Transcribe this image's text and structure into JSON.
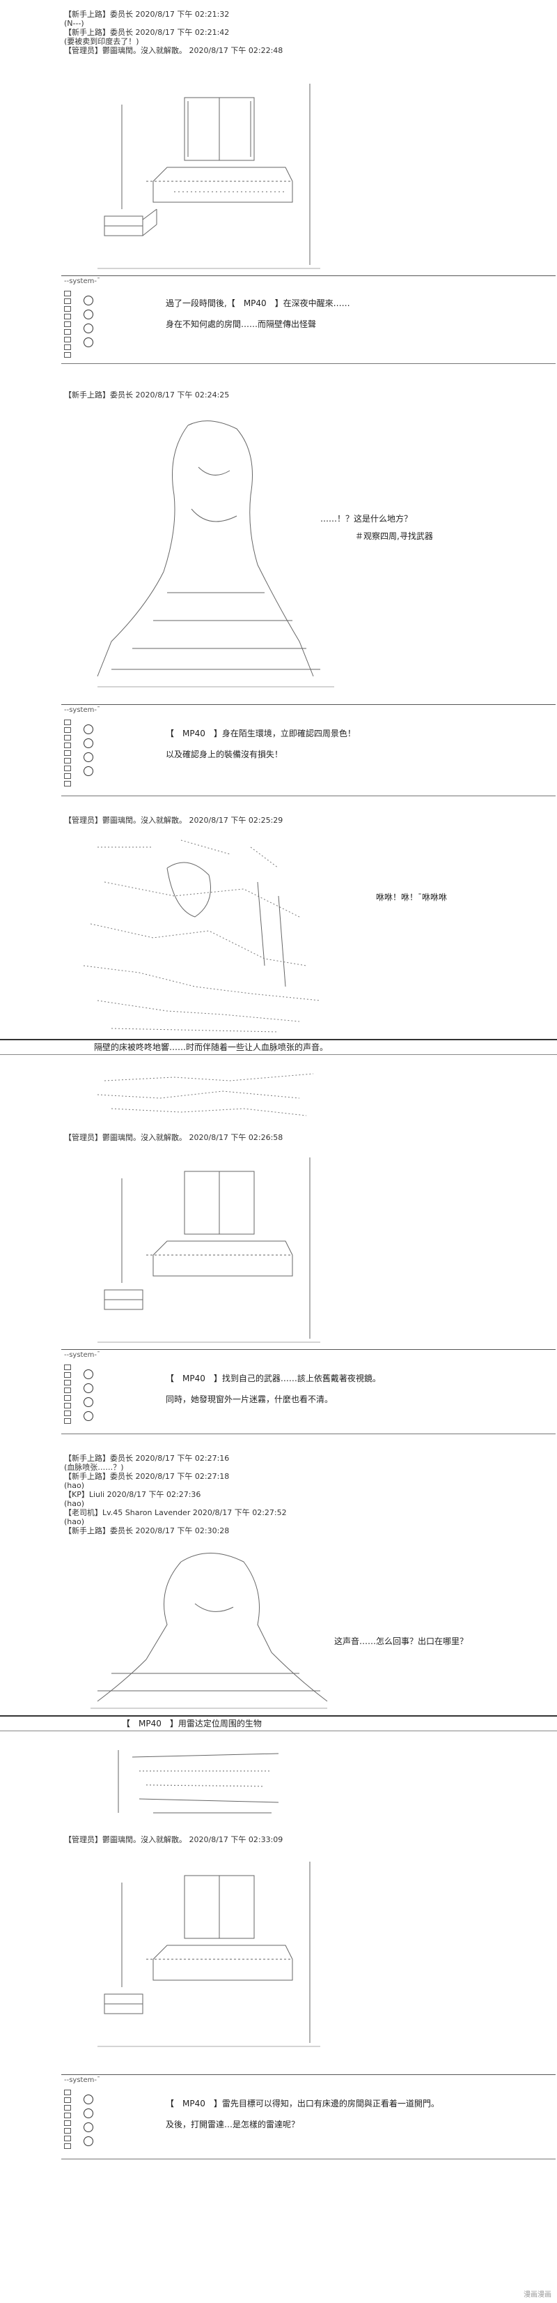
{
  "log1": [
    "【新手上路】委员长 2020/8/17 下午 02:21:32",
    "(N---)",
    "【新手上路】委员长 2020/8/17 下午 02:21:42",
    "(要被卖到印度去了！)",
    "【管理员】鬱圖璃閏。沒入就解散。 2020/8/17 下午 02:22:48"
  ],
  "sys1": {
    "title": "--system-¯",
    "lines": [
      "過了一段時間後,【　MP40　】在深夜中醒來……",
      "身在不知何處的房間……而隔壁傳出怪聲"
    ]
  },
  "log2": [
    "【新手上路】委员长 2020/8/17 下午 02:24:25"
  ],
  "caption1": "……！？这是什么地方？",
  "caption1b": "＃观察四周,寻找武器",
  "sys2": {
    "title": "--system-¯",
    "lines": [
      "【　MP40　】身在陌生環境，立即確認四周景色！",
      "以及確認身上的裝備沒有損失！"
    ]
  },
  "log3": [
    "【管理员】鬱圖璃閏。沒入就解散。 2020/8/17 下午 02:25:29"
  ],
  "caption2": "咻咻！咻！¯咻咻咻",
  "banner1": "隔壁的床被咚咚地響……时而伴随着一些让人血脉喷张的声音。",
  "log4": [
    "【管理员】鬱圖璃閏。沒入就解散。 2020/8/17 下午 02:26:58"
  ],
  "sys3": {
    "title": "--system-¯",
    "lines": [
      "【　MP40　】找到自己的武器……該上依舊戴著夜視鏡。",
      "同時，她發現窗外一片迷霧，什麼也看不清。"
    ]
  },
  "log5": [
    "【新手上路】委员长 2020/8/17 下午 02:27:16",
    "(血脉喷张……？)",
    "【新手上路】委员长 2020/8/17 下午 02:27:18",
    "(hao)",
    "【KP】Liuli 2020/8/17 下午 02:27:36",
    "(hao)",
    "【老司机】Lv.45 Sharon Lavender 2020/8/17 下午 02:27:52",
    "(hao)",
    "【新手上路】委员长 2020/8/17 下午 02:30:28"
  ],
  "caption3": "这声音……怎么回事？出口在哪里？",
  "banner2": "【　MP40　】用雷达定位周围的生物",
  "log6": [
    "【管理员】鬱圖璃閏。沒入就解散。 2020/8/17 下午 02:33:09"
  ],
  "sys4": {
    "title": "--system-¯",
    "lines": [
      "【　MP40　】雷先目標可以得知，出口有床邊的房間與正看着一道開門。",
      "及後，打開雷達…是怎樣的雷達呢？"
    ]
  },
  "watermark": "漫画漫画"
}
